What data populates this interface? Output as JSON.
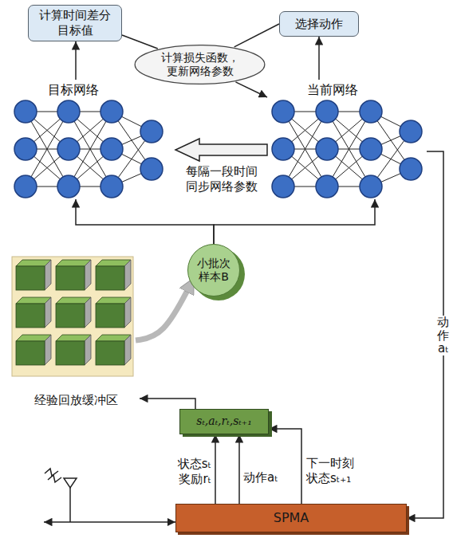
{
  "diagram": {
    "nodes": [
      {
        "text": [
          "计算时间差分 目标值"
        ]
      },
      {
        "text": [
          "选择动作"
        ]
      },
      {
        "text": [
          "计算损失函数， 更新网络参数"
        ]
      },
      {
        "text": [
          "目标网络"
        ]
      },
      {
        "text": [
          "当前网络"
        ]
      },
      {
        "text": [
          "小批次 样本B"
        ]
      },
      {
        "text": [
          "经验回放缓冲区"
        ]
      },
      {
        "text": [
          "sₜ,aₜ,rₜ,sₜ₊₁"
        ]
      },
      {
        "text": [
          "SPMA"
        ]
      }
    ],
    "edges": [
      {
        "from": 3,
        "to": 0,
        "arrow": "to"
      },
      {
        "from": 4,
        "to": 1,
        "arrow": "to"
      },
      {
        "from": 0,
        "to": 2,
        "arrow": "none"
      },
      {
        "from": 2,
        "to": 1,
        "arrow": "none"
      },
      {
        "from": 2,
        "to": 4,
        "arrow": "to"
      },
      {
        "from": 4,
        "to": 3,
        "arrow": "to",
        "label": "每隔一段时间 同步网络参数"
      },
      {
        "from": 5,
        "to": 3,
        "arrow": "to"
      },
      {
        "from": 5,
        "to": 4,
        "arrow": "to"
      },
      {
        "from": 6,
        "to": 5,
        "arrow": "to"
      },
      {
        "from": 7,
        "to": 6,
        "arrow": "to"
      },
      {
        "from": 8,
        "to": 7,
        "arrow": "to",
        "label": "状态sₜ 奖励rₜ"
      },
      {
        "from": 8,
        "to": 7,
        "arrow": "to",
        "label": "动作aₜ"
      },
      {
        "from": 8,
        "to": 7,
        "arrow": "to",
        "label": "下一时刻 状态sₜ₊₁"
      },
      {
        "from": 4,
        "to": 8,
        "arrow": "to",
        "label": "动作aₜ"
      }
    ]
  }
}
